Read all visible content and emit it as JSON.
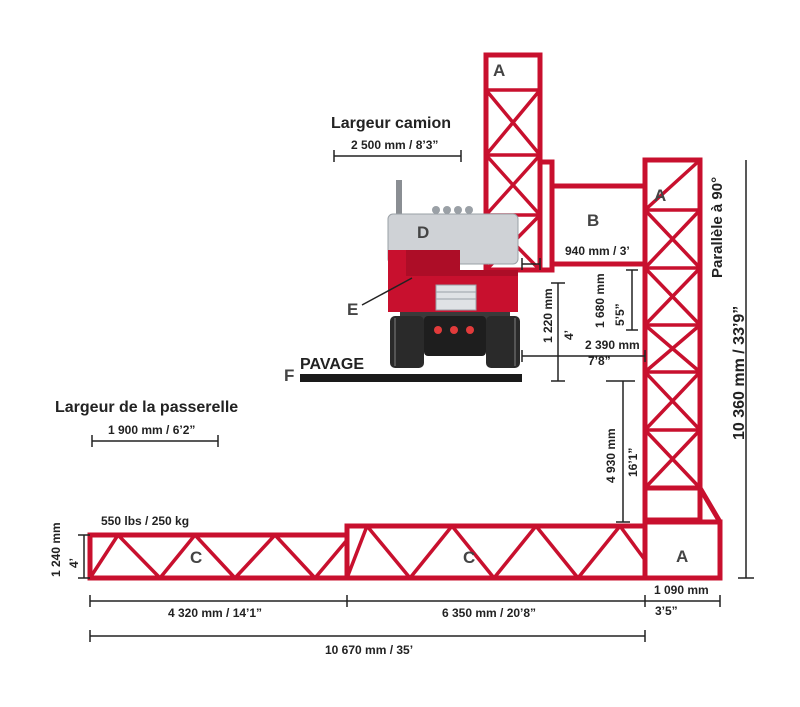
{
  "labels": {
    "A_top": "A",
    "A_mid": "A",
    "A_base": "A",
    "B": "B",
    "C_left": "C",
    "C_right": "C",
    "D": "D",
    "E": "E",
    "F": "F"
  },
  "texts": {
    "truck_width_title": "Largeur camion",
    "truck_width_value": "2 500 mm / 8’3”",
    "walkway_width_title": "Largeur de la passerelle",
    "walkway_width_value": "1 900 mm / 6’2”",
    "pavage": "PAVAGE",
    "load": "550 lbs / 250 kg",
    "parallel": "Parallèle à 90°",
    "total_height": "10 360 mm / 33’9”",
    "offset_940": "940 mm / 3’",
    "h_1220": "1 220 mm",
    "h_1220_ft": "4’",
    "h_1680": "1 680 mm",
    "h_1680_ft": "5’5”",
    "d_2390": "2 390 mm",
    "d_2390_ft": "7’8”",
    "h_4930": "4 930 mm",
    "h_4930_ft": "16’1”",
    "h_1240": "1 240 mm",
    "h_1240_ft": "4’",
    "w_1090": "1 090 mm",
    "w_1090_ft": "3’5”",
    "w_4320": "4 320 mm / 14’1”",
    "w_6350": "6 350 mm / 20’8”",
    "w_total": "10 670 mm / 35’"
  },
  "colors": {
    "truss": "#c8102e",
    "truck_red": "#c8102e",
    "truck_grey": "#cfd2d6",
    "dimension": "#222222"
  }
}
